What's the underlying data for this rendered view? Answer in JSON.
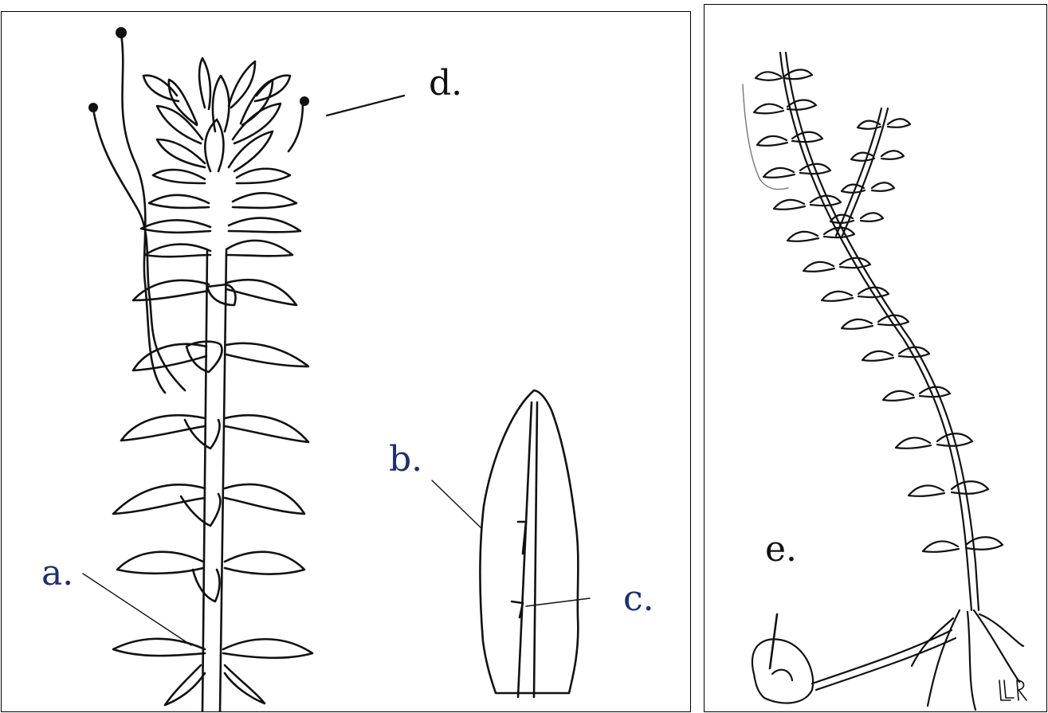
{
  "figure": {
    "left_panel": {
      "labels": {
        "a": "a.",
        "b": "b.",
        "c": "c.",
        "d": "d."
      }
    },
    "right_panel": {
      "labels": {
        "e": "e."
      },
      "signature": "LLR"
    },
    "colors": {
      "ink": "#111111",
      "label_blue": "#1d2f6e",
      "background": "#ffffff"
    }
  }
}
